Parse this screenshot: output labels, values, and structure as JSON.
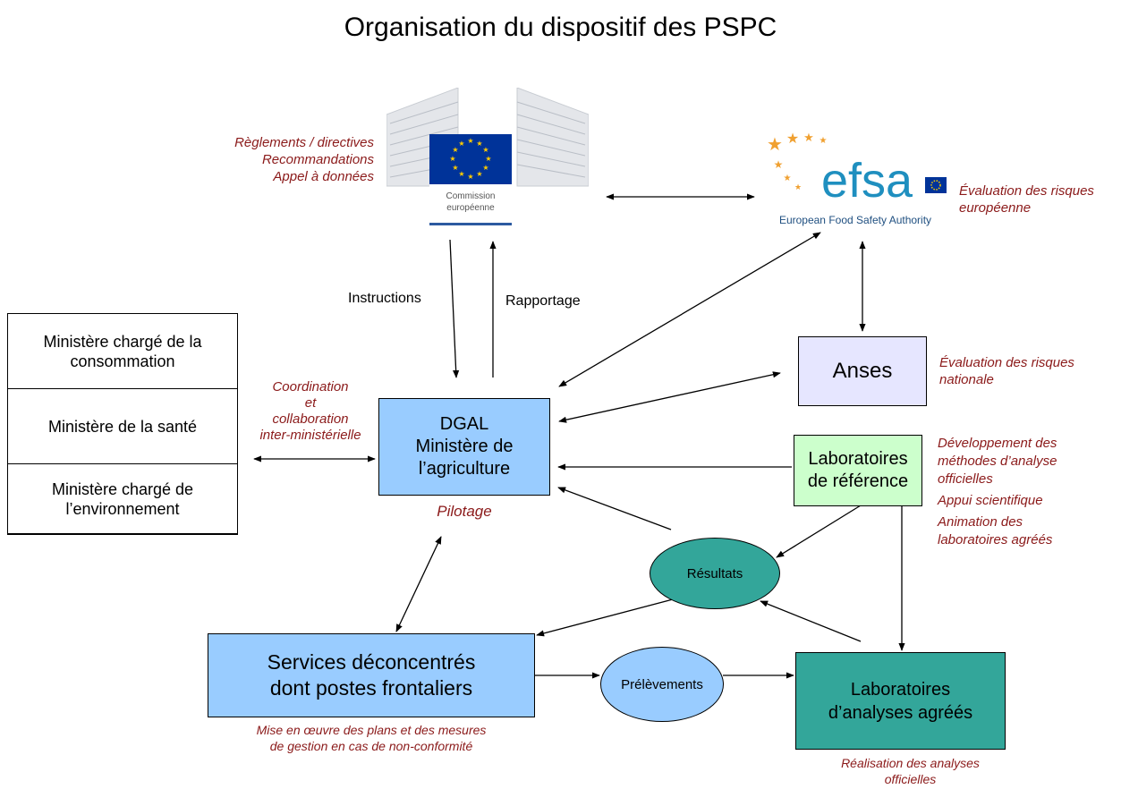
{
  "title": "Organisation du dispositif des PSPC",
  "colors": {
    "note_text": "#8b1a1a",
    "dgal_fill": "#99ccff",
    "anses_fill": "#e6e6ff",
    "lab_ref_fill": "#ccffcc",
    "labs_agrees_fill": "#33a69a",
    "resultats_fill": "#33a69a",
    "prelevements_fill": "#99ccff",
    "eu_flag_blue": "#003399",
    "eu_star_gold": "#ffcc00",
    "efsa_blue": "#1f8fbf",
    "efsa_star_orange": "#f0a030"
  },
  "commission": {
    "logo_label_line1": "Commission",
    "logo_label_line2": "européenne",
    "notes": [
      "Règlements / directives",
      "Recommandations",
      "Appel à données"
    ]
  },
  "efsa": {
    "logo_text": "efsa",
    "logo_subtitle": "European Food Safety Authority",
    "notes": [
      "Évaluation des risques",
      "européenne"
    ]
  },
  "ministries": {
    "items": [
      [
        "Ministère chargé de la",
        "consommation"
      ],
      [
        "Ministère de la santé"
      ],
      [
        "Ministère chargé de",
        "l’environnement"
      ]
    ]
  },
  "coordination_note": [
    "Coordination",
    "et",
    "collaboration",
    "inter-ministérielle"
  ],
  "dgal": {
    "lines": [
      "DGAL",
      "Ministère de",
      "l’agriculture"
    ],
    "note": "Pilotage"
  },
  "edge_labels": {
    "instructions": "Instructions",
    "rapportage": "Rapportage"
  },
  "anses": {
    "label": "Anses",
    "notes": [
      "Évaluation des risques",
      "nationale"
    ]
  },
  "lab_ref": {
    "lines": [
      "Laboratoires",
      "de référence"
    ],
    "notes": [
      "Développement des",
      "méthodes d’analyse",
      "officielles",
      "Appui scientifique",
      "Animation des",
      "laboratoires agréés"
    ]
  },
  "resultats": {
    "label": "Résultats"
  },
  "services": {
    "lines": [
      "Services déconcentrés",
      "dont postes frontaliers"
    ],
    "notes": [
      "Mise en œuvre des plans et des mesures",
      "de gestion en cas de non-conformité"
    ]
  },
  "prelevements": {
    "label": "Prélèvements"
  },
  "labs_agrees": {
    "lines": [
      "Laboratoires",
      "d’analyses agréés"
    ],
    "notes": [
      "Réalisation des analyses",
      "officielles"
    ]
  }
}
